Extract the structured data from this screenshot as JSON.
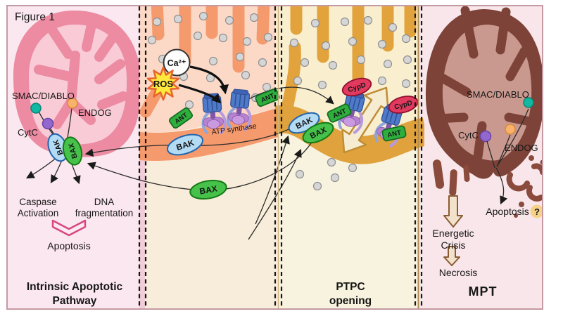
{
  "figure_title": "Figure 1",
  "palette": {
    "panel1_bg": "#fbe7ef",
    "panel2_bg": "#f8edda",
    "panel3_bg": "#f8f3de",
    "panel4_bg": "#f8e6ea",
    "healthy_membrane": "#ec8ba2",
    "stressed_membrane": "#f59a6d",
    "ptpc_membrane": "#e0a23d",
    "mpt_membrane": "#7d4338",
    "bak_fill": "#b4dbf4",
    "bax_fill": "#46c24a",
    "ant_fill": "#2fae3e",
    "cypd_fill": "#e23a5f",
    "cytc_dot": "#9268cf",
    "smac_dot": "#12b8a2",
    "endog_dot": "#f9b26b",
    "ros_fill": "#ffe93c"
  },
  "panels": [
    {
      "name": "intrinsic-apoptotic-pathway",
      "title_line1": "Intrinsic Apoptotic",
      "title_line2": "Pathway",
      "labels": {
        "smac": "SMAC/DIABLO",
        "endog": "ENDOG",
        "cytc": "CytC",
        "bak": "BAK",
        "bax": "BAX",
        "caspase_l1": "Caspase",
        "caspase_l2": "Activation",
        "dna_l1": "DNA",
        "dna_l2": "fragmentation",
        "apoptosis": "Apoptosis"
      }
    },
    {
      "name": "mitochondrial-stress",
      "labels": {
        "calcium": "Ca²⁺",
        "ros": "ROS",
        "atp_synthase": "ATP synthase",
        "ant": "ANT",
        "bak": "BAK",
        "bax": "BAX"
      }
    },
    {
      "name": "ptpc-opening",
      "title_line1": "PTPC",
      "title_line2": "opening",
      "labels": {
        "cypd": "CypD",
        "ant": "ANT",
        "bak": "BAK",
        "bax": "BAX"
      }
    },
    {
      "name": "mpt",
      "title": "MPT",
      "labels": {
        "smac": "SMAC/DIABLO",
        "cytc": "CytC",
        "endog": "ENDOG",
        "apoptosis": "Apoptosis",
        "question_mark": "?",
        "energetic_l1": "Energetic",
        "energetic_l2": "Crisis",
        "necrosis": "Necrosis"
      }
    }
  ]
}
